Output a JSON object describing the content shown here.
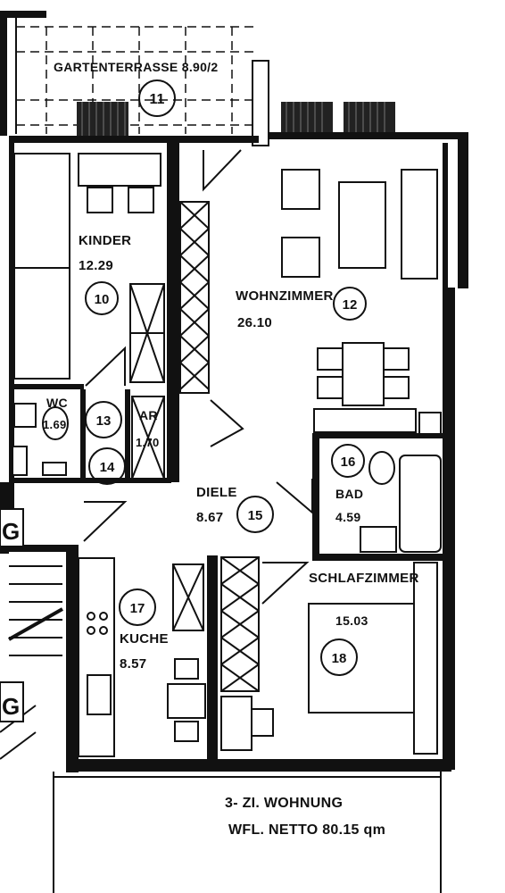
{
  "plan": {
    "terrace": {
      "label": "GARTENTERRASSE 8.90/2",
      "number": "11"
    },
    "rooms": [
      {
        "id": "kinder",
        "name": "KINDER",
        "area": "12.29",
        "number": "10"
      },
      {
        "id": "wohnzimmer",
        "name": "WOHNZIMMER",
        "area": "26.10",
        "number": "12"
      },
      {
        "id": "wc",
        "name": "WC",
        "area": "1.69",
        "number": "13"
      },
      {
        "id": "ar",
        "name": "AR",
        "area": "1.70",
        "number": "14"
      },
      {
        "id": "diele",
        "name": "DIELE",
        "area": "8.67",
        "number": "15"
      },
      {
        "id": "bad",
        "name": "BAD",
        "area": "4.59",
        "number": "16"
      },
      {
        "id": "kuche",
        "name": "KUCHE",
        "area": "8.57",
        "number": "17"
      },
      {
        "id": "schlafzimmer",
        "name": "SCHLAFZIMMER",
        "area": "15.03",
        "number": "18"
      }
    ],
    "side_marks": [
      "G",
      "G"
    ],
    "footer": {
      "line1": "3- ZI. WOHNUNG",
      "line2": "WFL. NETTO  80.15 qm"
    }
  }
}
